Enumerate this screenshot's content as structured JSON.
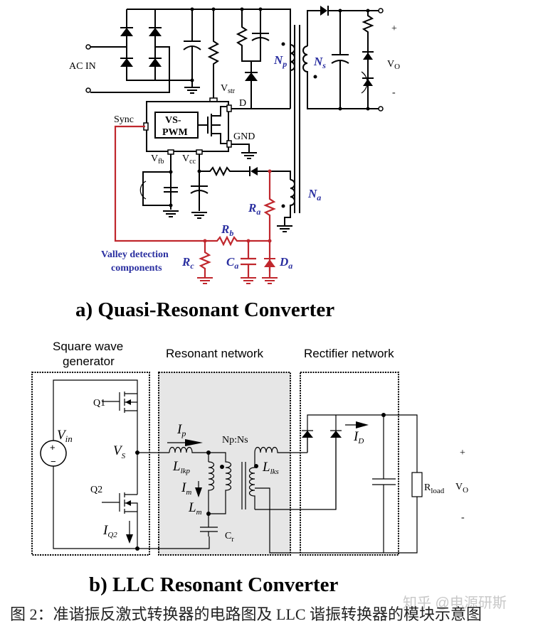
{
  "figure_a": {
    "title": "a) Quasi-Resonant Converter",
    "labels": {
      "ac_in": "AC IN",
      "vstr": "V",
      "vstr_sub": "str",
      "drain": "D",
      "sync": "Sync",
      "ic_line1": "VS-",
      "ic_line2": "PWM",
      "gnd": "GND",
      "vfb": "V",
      "vfb_sub": "fb",
      "vcc": "V",
      "vcc_sub": "cc",
      "np": "N",
      "np_sub": "p",
      "ns": "N",
      "ns_sub": "s",
      "na": "N",
      "na_sub": "a",
      "ra": "R",
      "ra_sub": "a",
      "rb": "R",
      "rb_sub": "b",
      "rc": "R",
      "rc_sub": "c",
      "ca": "C",
      "ca_sub": "a",
      "da": "D",
      "da_sub": "a",
      "valley_line1": "Valley detection",
      "valley_line2": "components",
      "vo": "V",
      "vo_sub": "O",
      "plus": "+",
      "minus": "-"
    }
  },
  "figure_b": {
    "title": "b) LLC Resonant Converter",
    "sections": {
      "square_wave_line1": "Square wave",
      "square_wave_line2": "generator",
      "resonant": "Resonant network",
      "rectifier": "Rectifier network"
    },
    "labels": {
      "q1": "Q1",
      "q2": "Q2",
      "vin": "V",
      "vin_sub": "in",
      "vs": "V",
      "vs_sub": "S",
      "iq2": "I",
      "iq2_sub": "Q2",
      "ip": "I",
      "ip_sub": "p",
      "ratio": "Np:Ns",
      "llkp": "L",
      "llkp_sub": "lkp",
      "llks": "L",
      "llks_sub": "lks",
      "im": "I",
      "im_sub": "m",
      "lm": "L",
      "lm_sub": "m",
      "cr": "C",
      "cr_sub": "r",
      "id": "I",
      "id_sub": "D",
      "rload": "R",
      "rload_sub": "load",
      "vo": "V",
      "vo_sub": "O",
      "plus": "+",
      "minus": "-"
    }
  },
  "caption": "图 2：准谐振反激式转换器的电路图及 LLC 谐振转换器的模块示意图",
  "watermark": "知乎 @电源研斯",
  "colors": {
    "valley_wire": "#c0272d",
    "label_blue": "#2a2fa0",
    "resonant_fill": "#e6e6e6"
  }
}
